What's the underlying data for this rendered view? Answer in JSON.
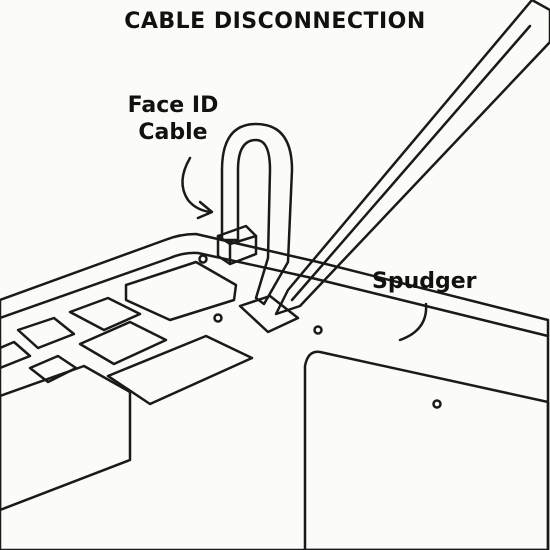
{
  "title": "CABLE DISCONNECTION",
  "labels": {
    "faceid_line1": "Face ID",
    "faceid_line2": "Cable",
    "spudger": "Spudger"
  },
  "colors": {
    "board": "#a8d6bd",
    "board_light": "#b4dcc6",
    "connector": "#2e5c4a",
    "outline": "#1a1a1a",
    "background": "#fbfbf7"
  }
}
